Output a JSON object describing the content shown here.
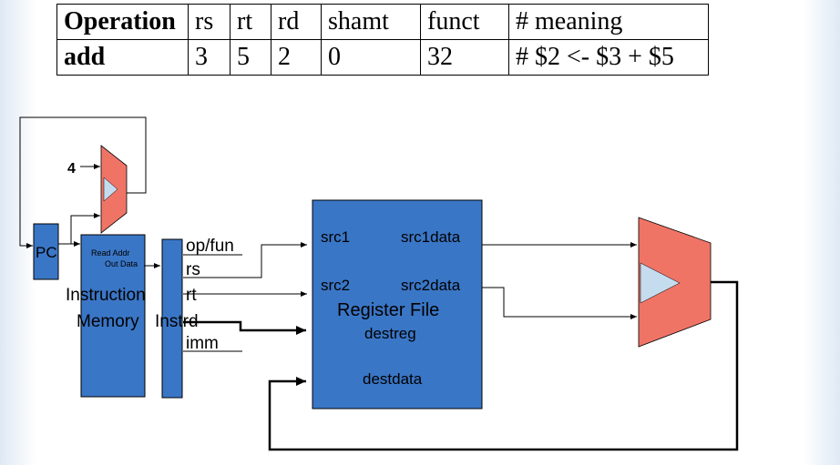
{
  "table": {
    "headers": [
      "Operation",
      "rs",
      "rt",
      "rd",
      "shamt",
      "funct",
      "# meaning"
    ],
    "row": [
      "add",
      "3",
      "5",
      "2",
      "0",
      "32",
      "# $2 <- $3 + $5"
    ]
  },
  "diagram": {
    "adder_constant": "4",
    "pc_label": "PC",
    "imem": {
      "read_addr": "Read Addr",
      "out_data": "Out Data",
      "label_line1": "Instruction",
      "label_line2": "Memory"
    },
    "instr_label": "Instrd",
    "fields": [
      "op/fun",
      "rs",
      "rt",
      "rd",
      "imm"
    ],
    "register_file": {
      "src1": "src1",
      "src1data": "src1data",
      "src2": "src2",
      "src2data": "src2data",
      "title": "Register File",
      "destreg": "destreg",
      "destdata": "destdata"
    },
    "colors": {
      "block_blue": "#3a76c6",
      "alu_red": "#f07466",
      "alu_inner": "#c5dcef",
      "constant_green": "#22cc22"
    }
  }
}
